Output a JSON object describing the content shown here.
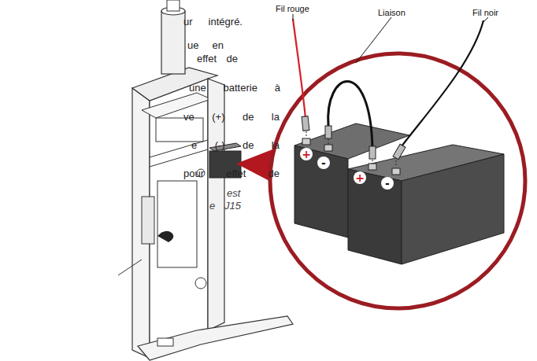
{
  "diagram": {
    "labels": [
      "ur intégré.",
      "ue en",
      "effet de",
      "une batterie à",
      "ve (+) de la",
      "e (-) de la",
      "pour effet de",
      "est",
      "e J15",
      "Fil rouge",
      "Liaison",
      "Fil noir",
      "+",
      "-",
      "+",
      "-"
    ]
  }
}
